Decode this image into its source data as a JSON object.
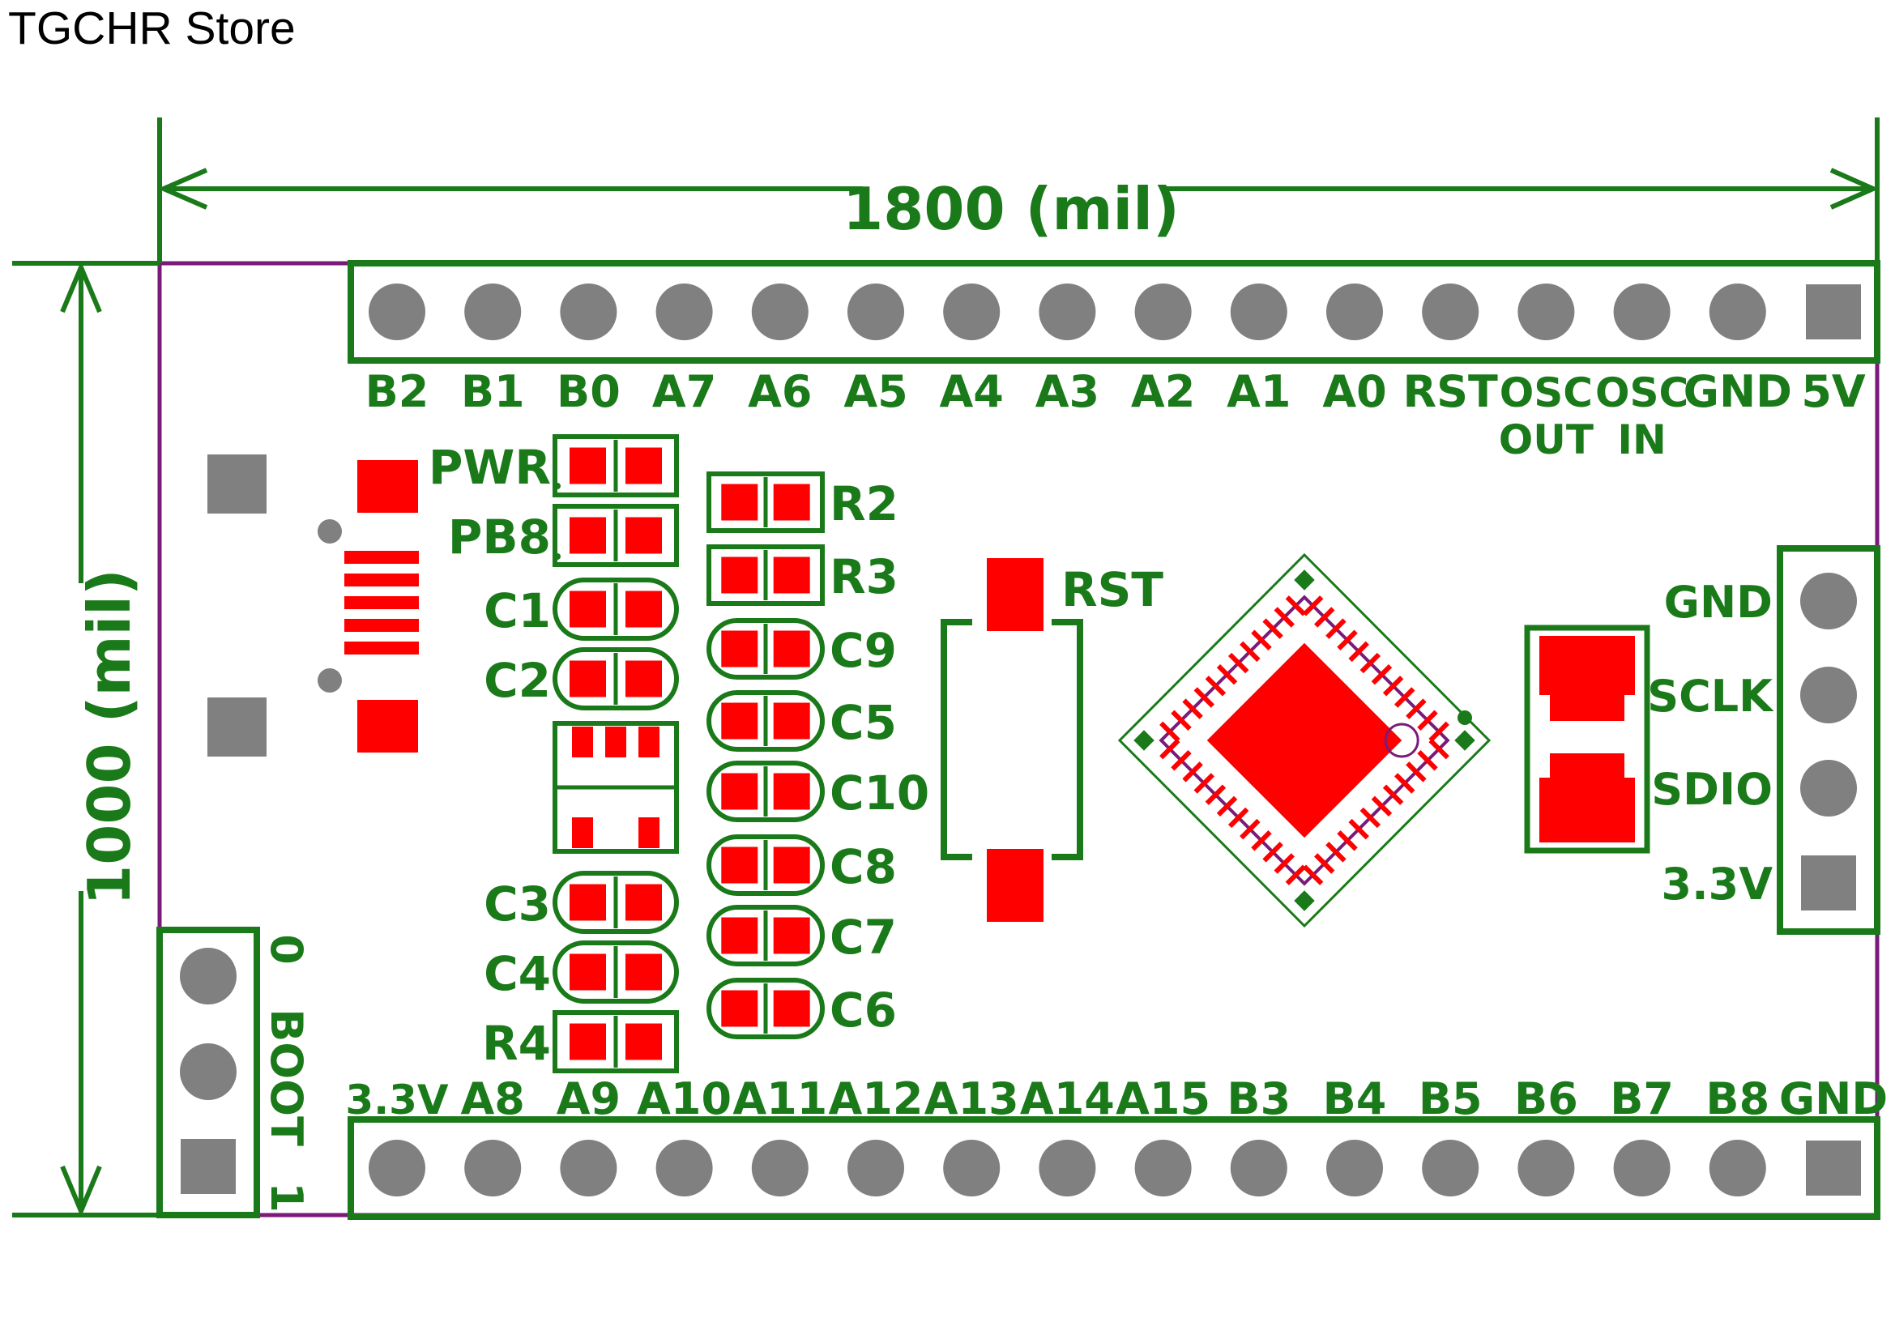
{
  "store_name": "TGCHR Store",
  "dimensions": {
    "width_label": "1800 (mil)",
    "height_label": "1000 (mil)"
  },
  "top_header": [
    "B2",
    "B1",
    "B0",
    "A7",
    "A6",
    "A5",
    "A4",
    "A3",
    "A2",
    "A1",
    "A0",
    "RST",
    "OSC\nOUT",
    "OSC\nIN",
    "GND",
    "5V"
  ],
  "bottom_header": [
    "3.3V",
    "A8",
    "A9",
    "A10",
    "A11",
    "A12",
    "A13",
    "A14",
    "A15",
    "B3",
    "B4",
    "B5",
    "B6",
    "B7",
    "B8",
    "GND"
  ],
  "swd_header": [
    "GND",
    "SCLK",
    "SDIO",
    "3.3V"
  ],
  "boot": {
    "label": "BOOT",
    "top": "0",
    "bottom": "1"
  },
  "left_components": [
    "PWR",
    "PB8",
    "C1",
    "C2",
    "C3",
    "C4",
    "R4"
  ],
  "mid_components": [
    "R2",
    "R3",
    "C9",
    "C5",
    "C10",
    "C8",
    "C7",
    "C6"
  ],
  "reset_label": "RST",
  "colors": {
    "silkscreen": "#1a7a1a",
    "pad": "#ff0000",
    "through_hole": "#808080",
    "outline": "#7a1a7a"
  }
}
